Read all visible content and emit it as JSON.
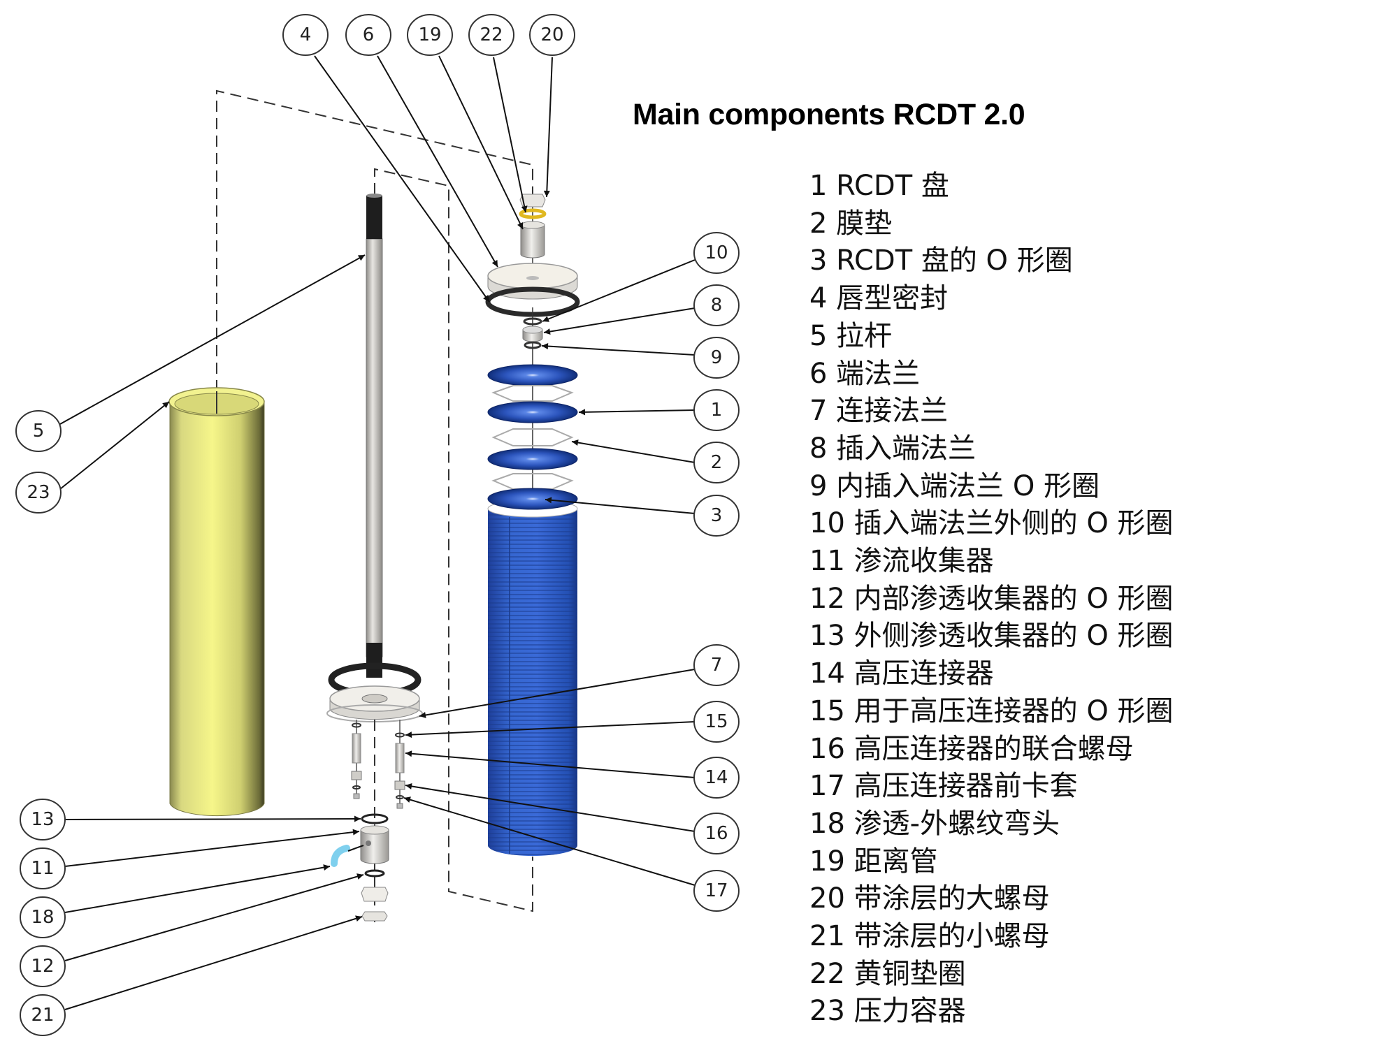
{
  "title": "Main components RCDT 2.0",
  "parts": [
    {
      "num": "1",
      "label": "1 RCDT 盘"
    },
    {
      "num": "2",
      "label": "2 膜垫"
    },
    {
      "num": "3",
      "label": "3 RCDT 盘的 O 形圈"
    },
    {
      "num": "4",
      "label": "4 唇型密封"
    },
    {
      "num": "5",
      "label": "5 拉杆"
    },
    {
      "num": "6",
      "label": "6 端法兰"
    },
    {
      "num": "7",
      "label": "7 连接法兰"
    },
    {
      "num": "8",
      "label": "8 插入端法兰"
    },
    {
      "num": "9",
      "label": "9 内插入端法兰 O 形圈"
    },
    {
      "num": "10",
      "label": "10 插入端法兰外侧的 O 形圈"
    },
    {
      "num": "11",
      "label": "11 渗流收集器"
    },
    {
      "num": "12",
      "label": "12 内部渗透收集器的 O 形圈"
    },
    {
      "num": "13",
      "label": "13 外侧渗透收集器的 O 形圈"
    },
    {
      "num": "14",
      "label": "14 高压连接器"
    },
    {
      "num": "15",
      "label": "15 用于高压连接器的 O 形圈"
    },
    {
      "num": "16",
      "label": "16 高压连接器的联合螺母"
    },
    {
      "num": "17",
      "label": "17 高压连接器前卡套"
    },
    {
      "num": "18",
      "label": "18 渗透-外螺纹弯头"
    },
    {
      "num": "19",
      "label": "19 距离管"
    },
    {
      "num": "20",
      "label": "20 带涂层的大螺母"
    },
    {
      "num": "21",
      "label": "21 带涂层的小螺母"
    },
    {
      "num": "22",
      "label": "22 黄铜垫圈"
    },
    {
      "num": "23",
      "label": "23 压力容器"
    }
  ],
  "callouts": {
    "top": [
      "4",
      "6",
      "19",
      "22",
      "20"
    ],
    "left": [
      "5",
      "23",
      "13",
      "11",
      "18",
      "12",
      "21"
    ],
    "right": [
      "10",
      "8",
      "9",
      "1",
      "2",
      "3",
      "7",
      "15",
      "14",
      "16",
      "17"
    ]
  },
  "colors": {
    "pressure_vessel": "#eeee80",
    "membrane_stack": "#2e5bc4",
    "brass_washer": "#e0b820",
    "elbow": "#7fd0ee",
    "seal": "#2a2a2a",
    "metal": "#d8d6d2"
  }
}
